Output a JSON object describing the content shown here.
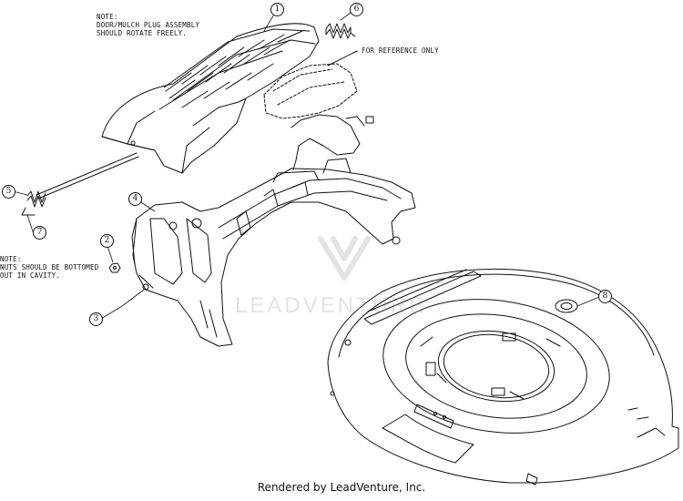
{
  "notes": {
    "door_line1": "NOTE:",
    "door_line2": "DOOR/MULCH PLUG ASSEMBLY",
    "door_line3": "SHOULD ROTATE FREELY.",
    "reference": "FOR REFERENCE ONLY",
    "nuts_line1": "NOTE:",
    "nuts_line2": "NUTS SHOULD BE BOTTOMED",
    "nuts_line3": "OUT IN CAVITY."
  },
  "callouts": [
    "1",
    "2",
    "3",
    "4",
    "5",
    "6",
    "7",
    "8"
  ],
  "watermark": "LEADVENTURE",
  "credit": "Rendered by LeadVenture, Inc.",
  "colors": {
    "line": "#111111",
    "background": "#ffffff",
    "watermark": "#969696"
  }
}
